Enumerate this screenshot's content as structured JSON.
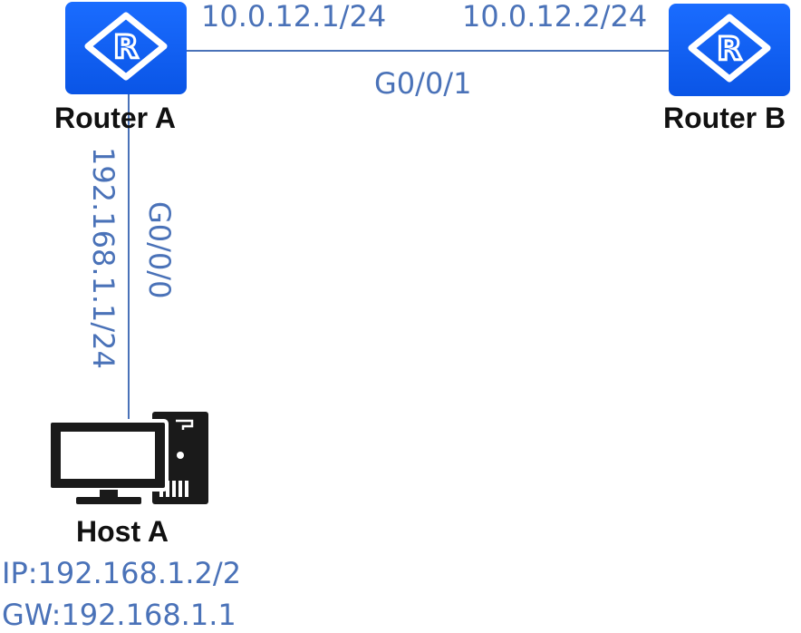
{
  "router_a": {
    "label": "Router A",
    "icon": "router-icon"
  },
  "router_b": {
    "label": "Router B",
    "icon": "router-icon"
  },
  "host_a": {
    "label": "Host A",
    "icon": "desktop-computer-icon",
    "ip": "IP:192.168.1.2/2",
    "gw": "GW:192.168.1.1"
  },
  "link_ab": {
    "ip_a": "10.0.12.1/24",
    "ip_b": "10.0.12.2/24",
    "interface": "G0/0/1"
  },
  "link_a_host": {
    "ip": "192.168.1.1/24",
    "interface": "G0/0/0"
  },
  "colors": {
    "line": "#4a72b8",
    "router": "#0a5cf0",
    "text_blue": "#4a72b8",
    "host": "#1a1a1a"
  }
}
